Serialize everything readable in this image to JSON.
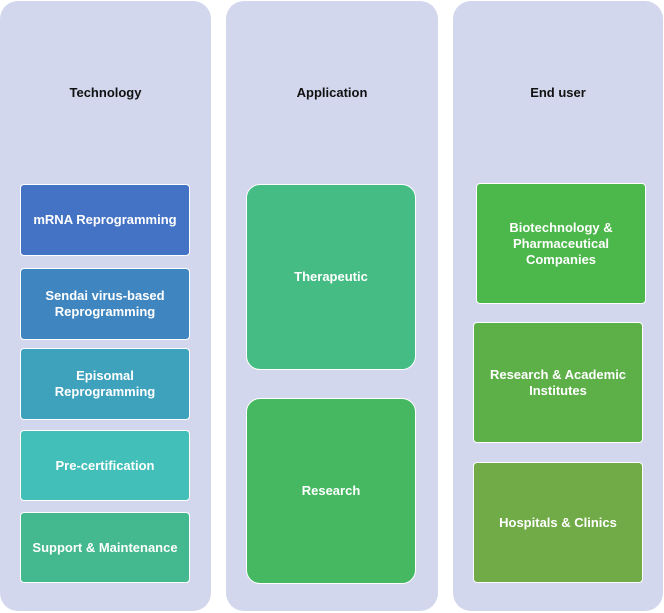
{
  "columns": [
    {
      "title": "Technology",
      "items": [
        {
          "label": "mRNA Reprogramming",
          "color": "#4472c4"
        },
        {
          "label": "Sendai virus-based\nReprogramming",
          "color": "#3f86c0"
        },
        {
          "label": "Episomal\nReprogramming",
          "color": "#3ea2bd"
        },
        {
          "label": "Pre-certification",
          "color": "#41bfb8"
        },
        {
          "label": "Support & Maintenance",
          "color": "#44b88f"
        }
      ]
    },
    {
      "title": "Application",
      "items": [
        {
          "label": "Therapeutic",
          "color": "#45bc83"
        },
        {
          "label": "Research",
          "color": "#47b862"
        }
      ]
    },
    {
      "title": "End user",
      "items": [
        {
          "label": "Biotechnology &\nPharmaceutical\nCompanies",
          "color": "#4cb74a"
        },
        {
          "label": "Research & Academic\nInstitutes",
          "color": "#5daf47"
        },
        {
          "label": "Hospitals & Clinics",
          "color": "#70ab48"
        }
      ]
    }
  ]
}
